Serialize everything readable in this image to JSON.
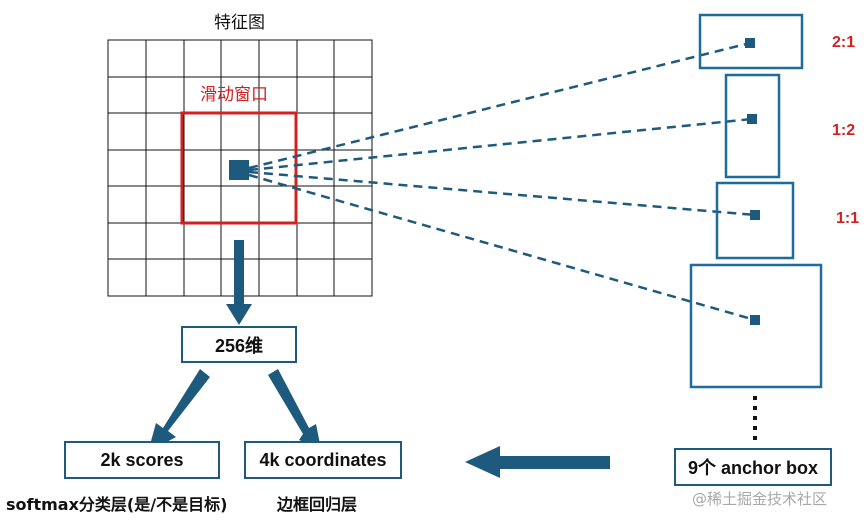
{
  "feature_map": {
    "title": "特征图"
  },
  "sliding_window": {
    "title": "滑动窗口"
  },
  "anchors": [
    {
      "ratio": "2:1"
    },
    {
      "ratio": "1:2"
    },
    {
      "ratio": "1:1"
    }
  ],
  "boxes": {
    "intermediate": "256维",
    "scores": "2k scores",
    "coordinates": "4k coordinates",
    "anchor_count": "9个 anchor box"
  },
  "captions": {
    "softmax": "softmax分类层(是/不是目标)",
    "regression": "边框回归层"
  },
  "watermark": "@稀土掘金技术社区",
  "colors": {
    "accent": "#1e5a7e",
    "highlight": "#d32020",
    "grid": "#111111"
  }
}
